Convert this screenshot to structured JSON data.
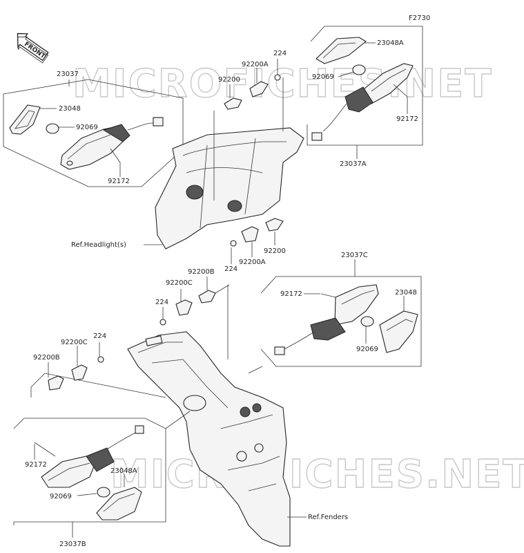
{
  "diagram": {
    "ref_code": "F2730",
    "front_label": "FRONT",
    "watermark": "MICROFICHES.NET",
    "labels": {
      "l_23037": "23037",
      "l_23048_a": "23048",
      "l_92069_a": "92069",
      "l_92172_a": "92172",
      "l_23048A_top": "23048A",
      "l_92069_b": "92069",
      "l_92172_b": "92172",
      "l_23037A": "23037A",
      "l_224_top": "224",
      "l_92200A_top": "92200A",
      "l_92200_top": "92200",
      "l_refheadlight": "Ref.Headlight(s)",
      "l_92200_mid": "92200",
      "l_92200A_mid": "92200A",
      "l_224_mid": "224",
      "l_92200B_top": "92200B",
      "l_92200C_top": "92200C",
      "l_224_center": "224",
      "l_23037C": "23037C",
      "l_92172_c": "92172",
      "l_23048_c": "23048",
      "l_92069_c": "92069",
      "l_92200C_left": "92200C",
      "l_224_left": "224",
      "l_92200B_left": "92200B",
      "l_92172_d": "92172",
      "l_23048A_bot": "23048A",
      "l_92069_d": "92069",
      "l_23037B": "23037B",
      "l_reffenders": "Ref.Fenders"
    }
  }
}
